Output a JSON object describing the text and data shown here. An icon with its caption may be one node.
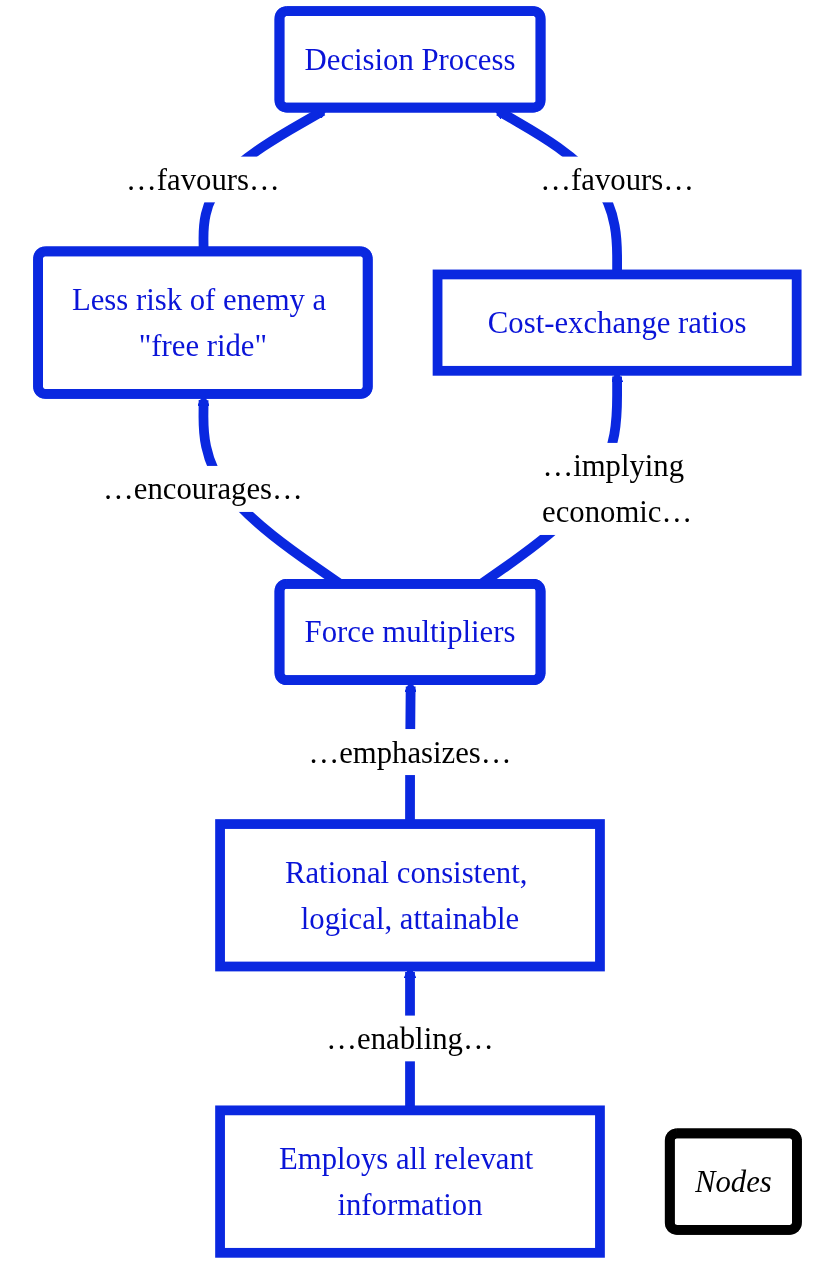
{
  "diagram": {
    "nodes": [
      {
        "text": [
          "Decision Process"
        ]
      },
      {
        "text": [
          "Less risk of enemy a \"free ride\""
        ]
      },
      {
        "text": [
          "Cost-exchange ratios"
        ]
      },
      {
        "text": [
          "Force multipliers"
        ]
      },
      {
        "text": [
          "Rational consistent, logical, attainable"
        ]
      },
      {
        "text": [
          "Employs all relevant information"
        ]
      },
      {
        "text": [
          "Nodes"
        ]
      }
    ],
    "edges": [
      {
        "from": 5,
        "to": 4,
        "arrow": "to",
        "label": "…enabling…"
      },
      {
        "from": 4,
        "to": 3,
        "arrow": "to",
        "label": "…emphasizes…"
      },
      {
        "from": 3,
        "to": 1,
        "arrow": "to",
        "label": "…encourages…"
      },
      {
        "from": 3,
        "to": 2,
        "arrow": "to",
        "label": "…implying economic…"
      },
      {
        "from": 1,
        "to": 0,
        "arrow": "to",
        "label": "…favours…"
      },
      {
        "from": 2,
        "to": 0,
        "arrow": "to",
        "label": "…favours…"
      }
    ]
  }
}
